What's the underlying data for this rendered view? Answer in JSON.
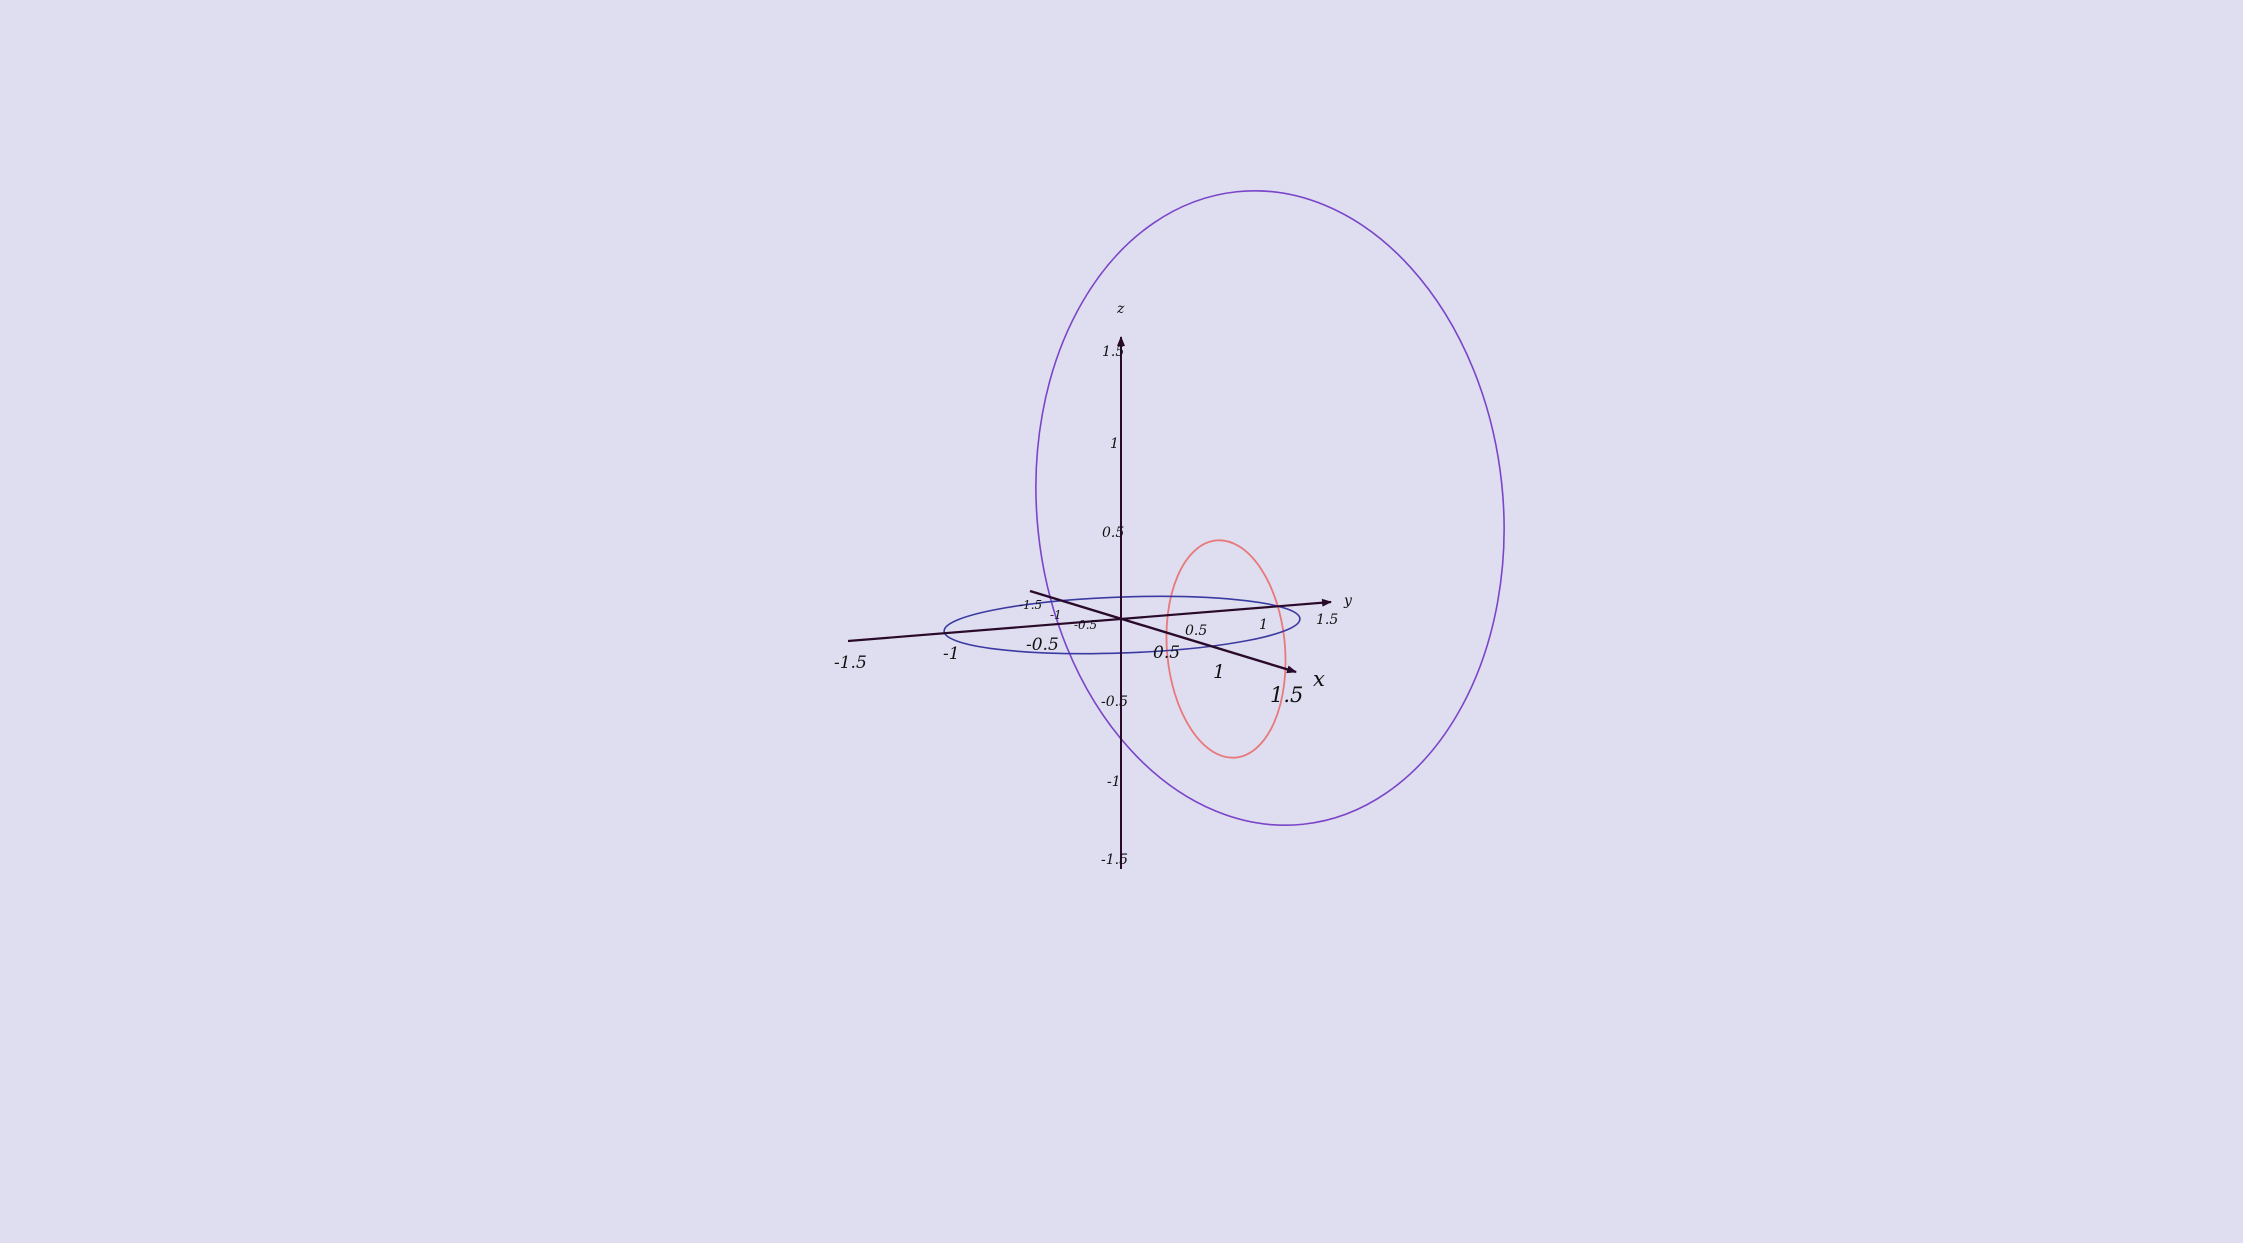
{
  "scene": {
    "background": "#dfdef0",
    "axis_color": "#2a0a2a",
    "axes": {
      "x": {
        "label": "x",
        "ticks": [
          "0.5",
          "1",
          "1.5"
        ],
        "negative_ticks": [
          "-1.5",
          "-1",
          "-0.5"
        ]
      },
      "y": {
        "label": "y",
        "ticks": [
          "0.5",
          "1",
          "1.5"
        ],
        "negative_ticks": [
          "-1.5",
          "-1",
          "-0.5"
        ]
      },
      "z": {
        "label": "z",
        "ticks": [
          "1.5",
          "1",
          "0.5",
          "-0.5",
          "-1",
          "-1.5"
        ]
      }
    },
    "curves": [
      {
        "name": "horizontal-circle",
        "color": "#3b3aa0"
      },
      {
        "name": "large-purple-circle",
        "color": "#7a45c8"
      },
      {
        "name": "small-red-circle",
        "color": "#e8787a"
      }
    ]
  }
}
